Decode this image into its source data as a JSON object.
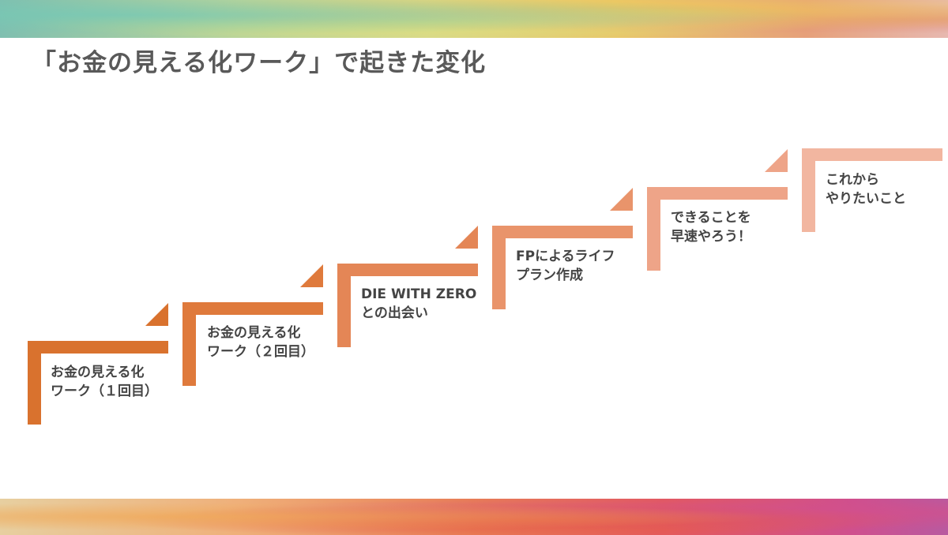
{
  "title": "「お金の見える化ワーク」で起きた変化",
  "steps": [
    {
      "line1": "お金の見える化",
      "line2": "ワーク（１回目）",
      "color": "#d9722e"
    },
    {
      "line1": "お金の見える化",
      "line2": "ワーク（２回目）",
      "color": "#df7a3c"
    },
    {
      "line1": "DIE WITH ZERO",
      "line2": "との出会い",
      "color": "#e48656"
    },
    {
      "line1": "FPによるライフ",
      "line2": "プラン作成",
      "color": "#e9946b"
    },
    {
      "line1": "できることを",
      "line2": "早速やろう！",
      "color": "#eea488"
    },
    {
      "line1": "これから",
      "line2": "やりたいこと",
      "color": "#f2b6a0"
    }
  ]
}
